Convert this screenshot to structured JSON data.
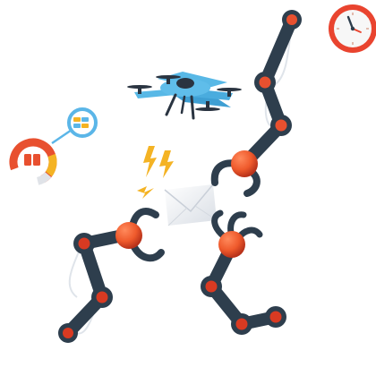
{
  "illustration": {
    "elements": [
      "robotic-arm",
      "quadcopter-drone",
      "envelope",
      "lightning-bolts",
      "wall-clock",
      "donut-chart"
    ]
  },
  "colors": {
    "arm_dark": "#2e3e4d",
    "joint_orange": "#e8502f",
    "joint_red": "#d93a22",
    "ball_orange": "#ef5a2c",
    "drone_blue": "#58b8e6",
    "drone_dark": "#2a3441",
    "clock_red": "#e9442f",
    "chart_red": "#e8502f",
    "chart_yellow": "#f4b324",
    "chart_blue": "#5bb6e8",
    "envelope": "#eef0f3",
    "bolt": "#f4b324",
    "cable": "#dfe4ea"
  }
}
